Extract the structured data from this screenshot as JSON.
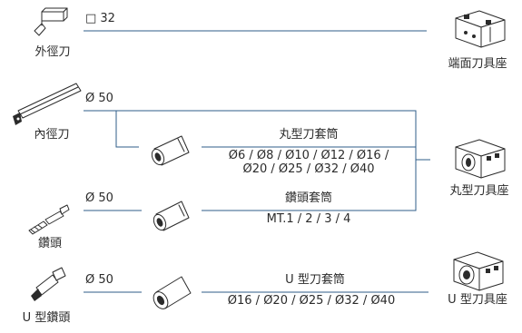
{
  "tools": {
    "od_tool": {
      "label": "外徑刀",
      "spec": "□ 32"
    },
    "id_tool": {
      "label": "內徑刀",
      "spec": "Ø 50"
    },
    "drill": {
      "label": "鑽頭",
      "spec": "Ø 50"
    },
    "u_drill": {
      "label": "U 型鑽頭",
      "spec": "Ø 50"
    }
  },
  "sleeves": {
    "round": {
      "title": "丸型刀套筒",
      "sizes_line1": "Ø6 / Ø8 / Ø10 / Ø12 / Ø16 /",
      "sizes_line2": "Ø20 / Ø25 / Ø32 / Ø40"
    },
    "drill": {
      "title": "鑽頭套筒",
      "sizes": "MT.1 / 2 / 3 / 4"
    },
    "u": {
      "title": "U 型刀套筒",
      "sizes": "Ø16 / Ø20 / Ø25 / Ø32 / Ø40"
    }
  },
  "holders": {
    "face": {
      "label": "端面刀具座"
    },
    "round": {
      "label": "丸型刀具座"
    },
    "u": {
      "label": "U 型刀具座"
    }
  },
  "colors": {
    "connector": "#2f5d8a",
    "text": "#2b2b2b"
  }
}
